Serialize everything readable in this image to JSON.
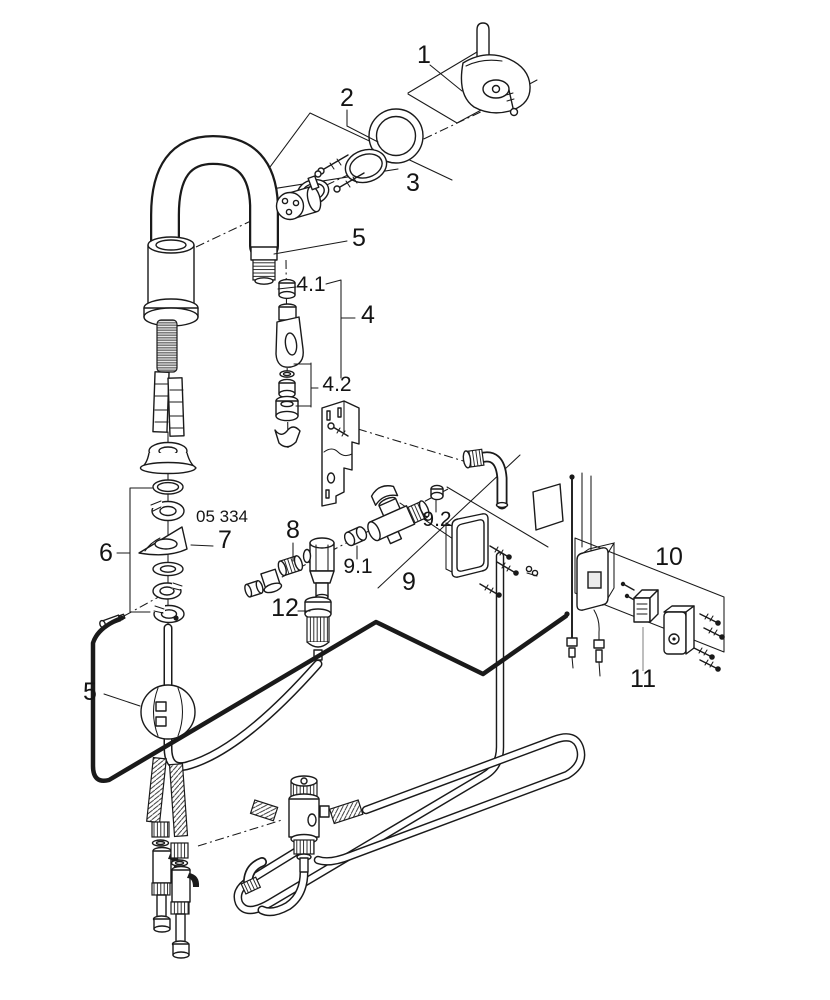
{
  "page": {
    "background": "#ffffff",
    "line_color": "#1a1a1a",
    "muted_line_color": "#9a9a9a"
  },
  "diagram": {
    "type": "exploded-parts-diagram",
    "subject": "Pull-down single-lever kitchen faucet with electronic valve and control module",
    "part_note": "05 334",
    "callouts": [
      {
        "id": "callout-1",
        "label": "1"
      },
      {
        "id": "callout-2",
        "label": "2"
      },
      {
        "id": "callout-3",
        "label": "3"
      },
      {
        "id": "callout-4",
        "label": "4"
      },
      {
        "id": "callout-4-1",
        "label": "4.1"
      },
      {
        "id": "callout-4-2",
        "label": "4.2"
      },
      {
        "id": "callout-5-spout",
        "label": "5"
      },
      {
        "id": "callout-5-weight",
        "label": "5"
      },
      {
        "id": "callout-6",
        "label": "6"
      },
      {
        "id": "callout-7",
        "label": "7"
      },
      {
        "id": "callout-8",
        "label": "8"
      },
      {
        "id": "callout-9",
        "label": "9"
      },
      {
        "id": "callout-9-1",
        "label": "9.1"
      },
      {
        "id": "callout-9-2",
        "label": "9.2"
      },
      {
        "id": "callout-10",
        "label": "10"
      },
      {
        "id": "callout-11",
        "label": "11"
      },
      {
        "id": "callout-12",
        "label": "12"
      }
    ]
  }
}
